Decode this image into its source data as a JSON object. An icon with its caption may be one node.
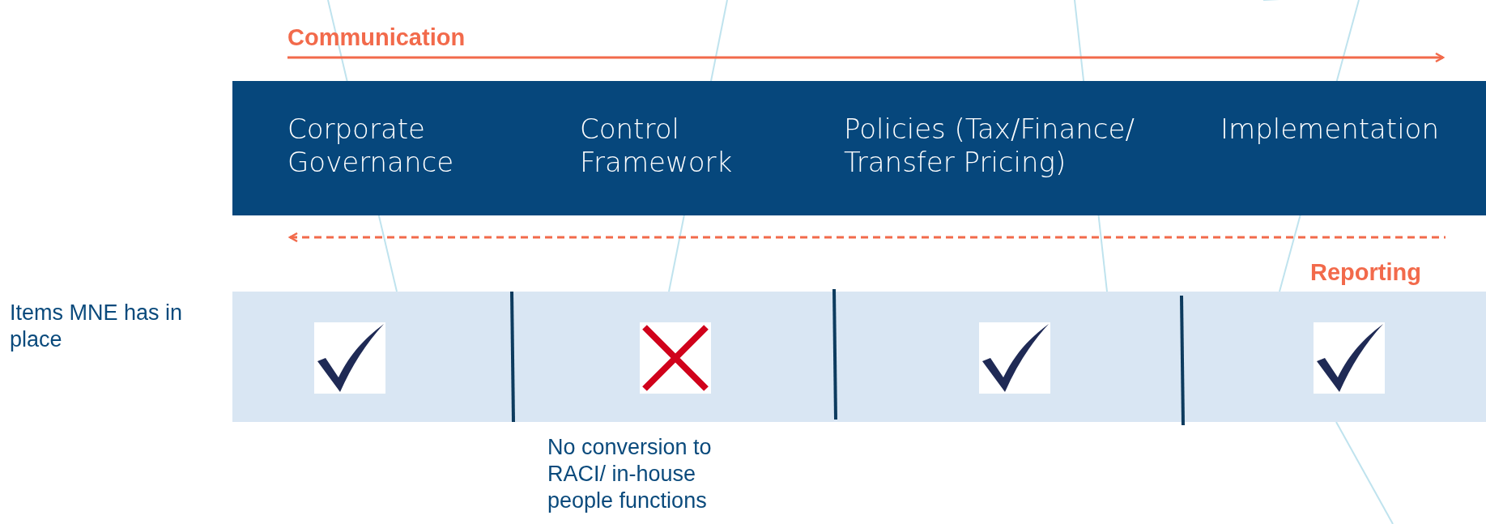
{
  "diagram": {
    "nodes": [
      {
        "text": [
          "Corporate Governance"
        ]
      },
      {
        "text": [
          "Control Framework"
        ]
      },
      {
        "text": [
          "Policies (Tax/Finance/ Transfer Pricing)"
        ]
      },
      {
        "text": [
          "Implementation"
        ]
      }
    ],
    "labels": [
      "Communication",
      "Reporting",
      "Items MNE has in place",
      "No conversion to RACI/ in-house people functions"
    ]
  }
}
